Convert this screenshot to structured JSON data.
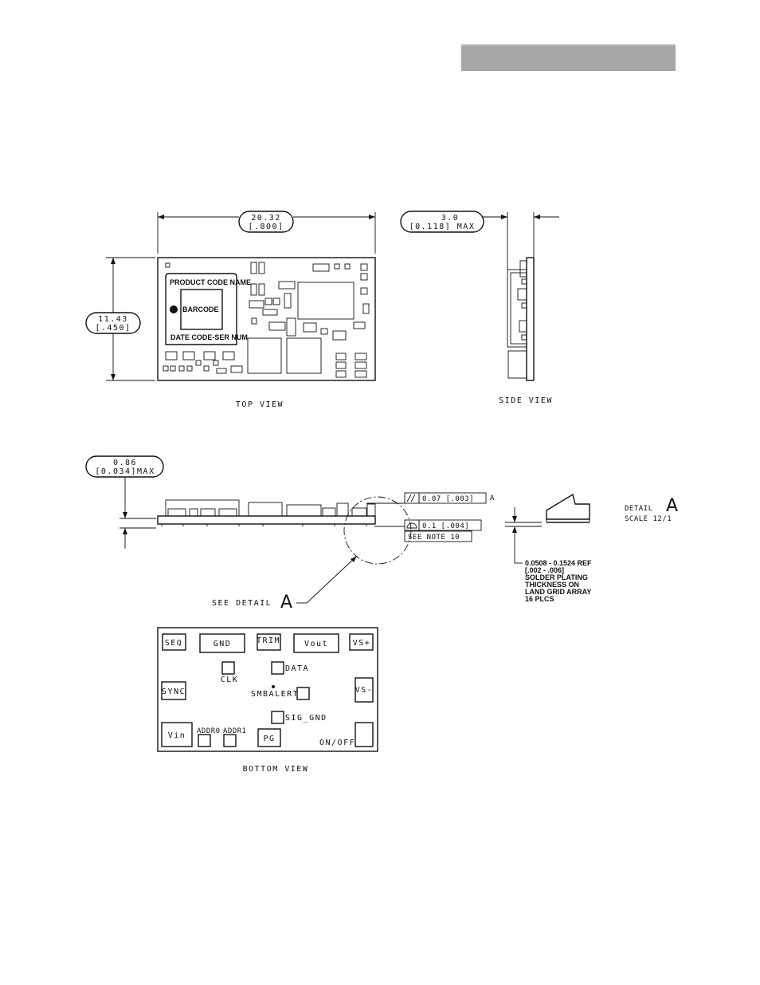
{
  "top_view": {
    "caption": "TOP VIEW",
    "width_dim": "20.32",
    "width_dim_in": "[.800]",
    "height_dim": "11.43",
    "height_dim_in": "[.450]",
    "label_product": "PRODUCT CODE NAME",
    "label_barcode": "BARCODE",
    "label_date": "DATE CODE-SER NUM"
  },
  "side_view": {
    "caption": "SIDE VIEW",
    "thickness_dim": "3.0",
    "thickness_dim_in": "[0.118] MAX"
  },
  "front_view": {
    "height_dim": "0.86",
    "height_dim_in": "[0.034]MAX",
    "parallel_tol": "0.07 [.003]",
    "datum": "A",
    "profile_tol": "0.1 [.004]",
    "see_note": "SEE NOTE 10",
    "see_detail": "SEE DETAIL",
    "detail_letter": "A"
  },
  "detail_a": {
    "title": "DETAIL",
    "letter": "A",
    "scale": "SCALE  12/1",
    "note_lines": [
      "0.0508 - 0.1524 REF",
      "[.002 - .006]",
      "SOLDER PLATING",
      "THICKNESS ON",
      "LAND GRID ARRAY",
      "16 PLCS"
    ]
  },
  "bottom_view": {
    "caption": "BOTTOM VIEW",
    "pins": {
      "seq": "SEQ",
      "gnd": "GND",
      "trim": "TRIM",
      "vout": "Vout",
      "vs_plus": "VS+",
      "clk": "CLK",
      "data": "DATA",
      "sync": "SYNC",
      "smbalert": "SMBALERT",
      "vs_minus": "VS-",
      "sig_gnd": "SIG_GND",
      "vin": "Vin",
      "addr0": "ADDR0",
      "addr1": "ADDR1",
      "pg": "PG",
      "on_off": "ON/OFF"
    }
  }
}
